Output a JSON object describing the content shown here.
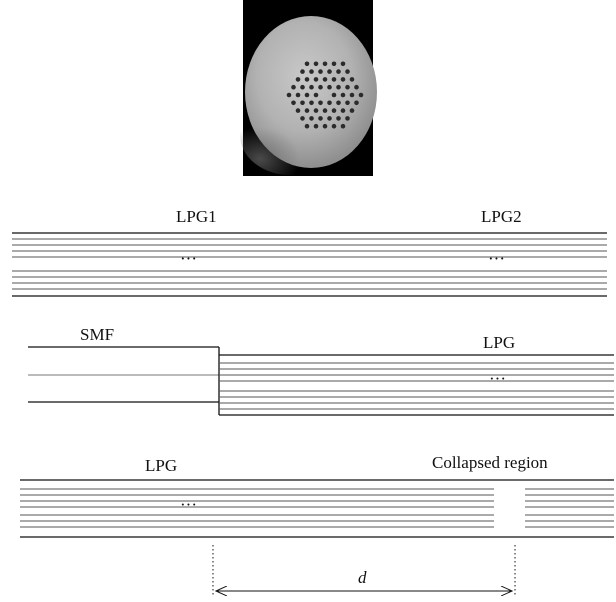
{
  "photo": {
    "description_icon": "fiber-cross-section-photo",
    "hole_rings": 4
  },
  "panel_two_gratings": {
    "label_left": "LPG1",
    "label_right": "LPG2",
    "ellipsis": "···"
  },
  "panel_smf_splice": {
    "label_smf": "SMF",
    "label_lpg": "LPG",
    "ellipsis": "···"
  },
  "panel_collapsed": {
    "label_lpg": "LPG",
    "label_collapsed": "Collapsed region",
    "ellipsis": "···",
    "distance_label": "d"
  }
}
